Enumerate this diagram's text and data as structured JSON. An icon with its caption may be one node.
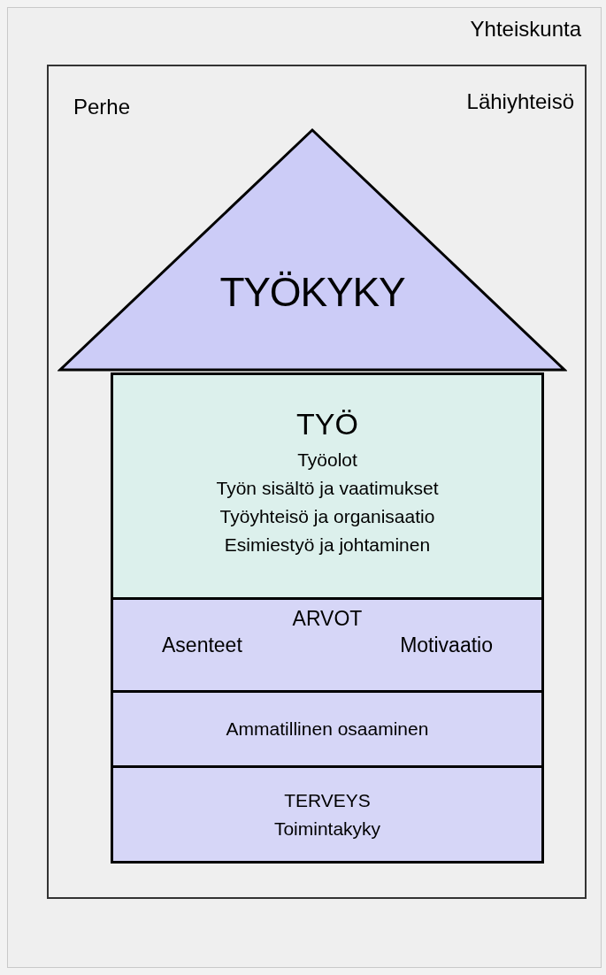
{
  "diagram": {
    "nodes": [
      {
        "text": [
          "Yhteiskunta"
        ]
      },
      {
        "text": [
          "Perhe",
          "Lähiyhteisö"
        ],
        "in": 0
      },
      {
        "text": [
          "TYÖKYKY"
        ],
        "in": 1
      },
      {
        "text": [
          "TYÖ",
          "Työolot",
          "Työn sisältö ja vaatimukset",
          "Työyhteisö ja organisaatio",
          "Esimiestyö ja johtaminen"
        ],
        "in": 1
      },
      {
        "text": [
          "ARVOT",
          "Asenteet",
          "Motivaatio"
        ],
        "in": 1
      },
      {
        "text": [
          "Ammatillinen osaaminen"
        ],
        "in": 1
      },
      {
        "text": [
          "TERVEYS",
          "Toimintakyky"
        ],
        "in": 1
      }
    ]
  }
}
